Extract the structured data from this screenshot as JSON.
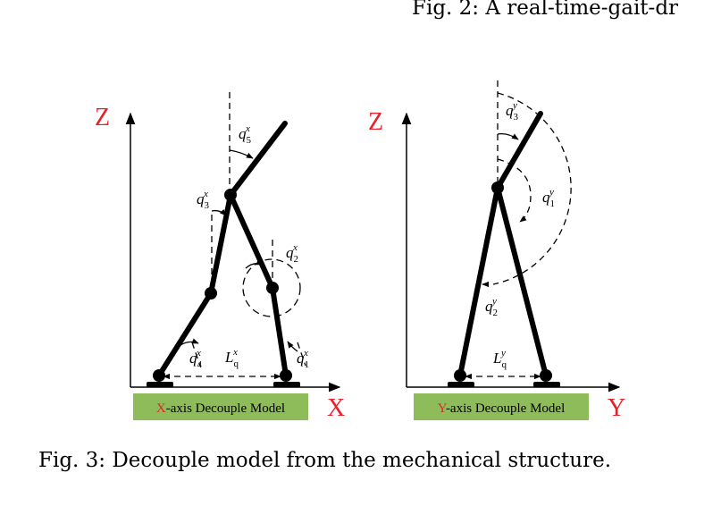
{
  "top_caption": "Fig. 2: A real-time-gait-dr",
  "bottom_caption": "Fig. 3: Decouple model from the mechanical structure.",
  "colors": {
    "accent_red": "#e8202a",
    "box_green": "#8fbc5a",
    "line": "#000000"
  },
  "left_model": {
    "axis_z": "Z",
    "axis_x": "X",
    "box_prefix": "X",
    "box_text": "-axis Decouple Model",
    "angles": [
      {
        "base": "q",
        "sup": "x",
        "sub": "5"
      },
      {
        "base": "q",
        "sup": "x",
        "sub": "3"
      },
      {
        "base": "q",
        "sup": "x",
        "sub": "2"
      },
      {
        "base": "q",
        "sup": "x",
        "sub": "4"
      },
      {
        "base": "q",
        "sup": "x",
        "sub": "1"
      }
    ],
    "length": {
      "base": "L",
      "sup": "x",
      "sub": "q"
    }
  },
  "right_model": {
    "axis_z": "Z",
    "axis_y": "Y",
    "box_prefix": "Y",
    "box_text": "-axis Decouple Model",
    "angles": [
      {
        "base": "q",
        "sup": "y",
        "sub": "3"
      },
      {
        "base": "q",
        "sup": "y",
        "sub": "1"
      },
      {
        "base": "q",
        "sup": "y",
        "sub": "2"
      }
    ],
    "length": {
      "base": "L",
      "sup": "y",
      "sub": "q"
    }
  }
}
